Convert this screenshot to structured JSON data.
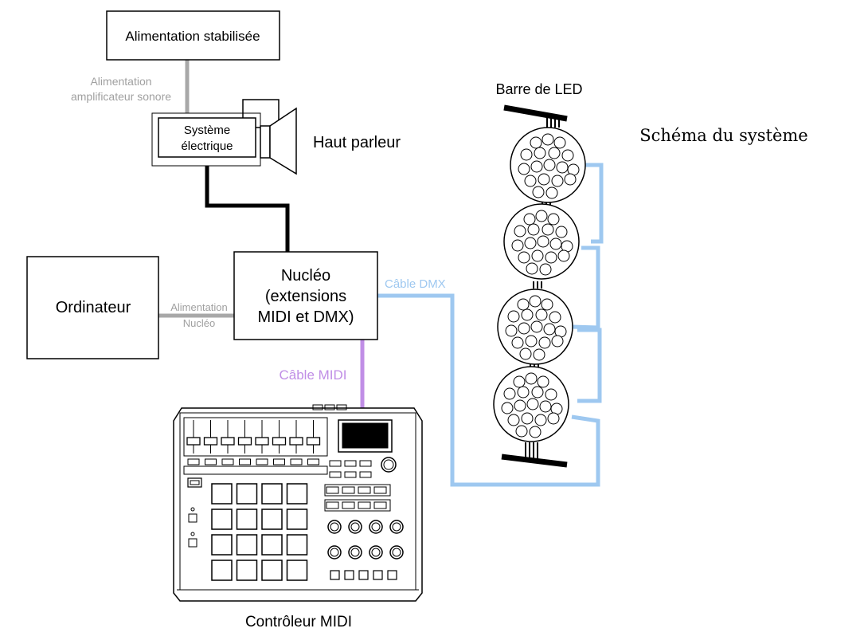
{
  "diagram": {
    "title": "Schéma du système",
    "nodes": {
      "power_supply": "Alimentation stabilisée",
      "electrical_system": [
        "Système",
        "électrique"
      ],
      "speaker": "Haut parleur",
      "nucleo": [
        "Nucléo",
        "(extensions",
        "MIDI et DMX)"
      ],
      "computer": "Ordinateur",
      "led_bar": "Barre de LED",
      "midi_controller": "Contrôleur MIDI"
    },
    "edges": {
      "amp_power": [
        "Alimentation",
        "amplificateur sonore"
      ],
      "nucleo_power": [
        "Alimentation",
        "Nucléo"
      ],
      "dmx_cable": "Câble DMX",
      "midi_cable": "Câble MIDI"
    },
    "colors": {
      "power_line": "#a8a8a8",
      "audio_line": "#000000",
      "dmx_line": "#9ec8f0",
      "midi_line": "#c08ee6",
      "label_grey": "#a0a0a0"
    }
  }
}
